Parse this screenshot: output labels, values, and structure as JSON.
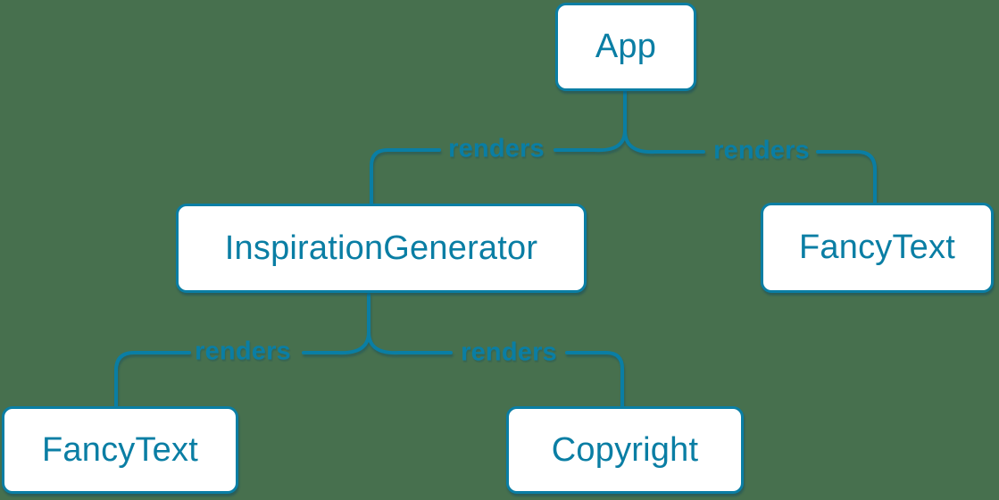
{
  "colors": {
    "background": "#47704e",
    "accent_blue": "#0a7ea4",
    "node_fill": "#ffffff"
  },
  "diagram_type": "component-render-tree",
  "nodes": [
    {
      "id": "app",
      "label": "App"
    },
    {
      "id": "inspiration-generator",
      "label": "InspirationGenerator"
    },
    {
      "id": "fancy-text-top",
      "label": "FancyText"
    },
    {
      "id": "fancy-text-bottom",
      "label": "FancyText"
    },
    {
      "id": "copyright",
      "label": "Copyright"
    }
  ],
  "edges": [
    {
      "from": "App",
      "to": "InspirationGenerator",
      "label": "renders"
    },
    {
      "from": "App",
      "to": "FancyText",
      "label": "renders"
    },
    {
      "from": "InspirationGenerator",
      "to": "FancyText",
      "label": "renders"
    },
    {
      "from": "InspirationGenerator",
      "to": "Copyright",
      "label": "renders"
    }
  ]
}
